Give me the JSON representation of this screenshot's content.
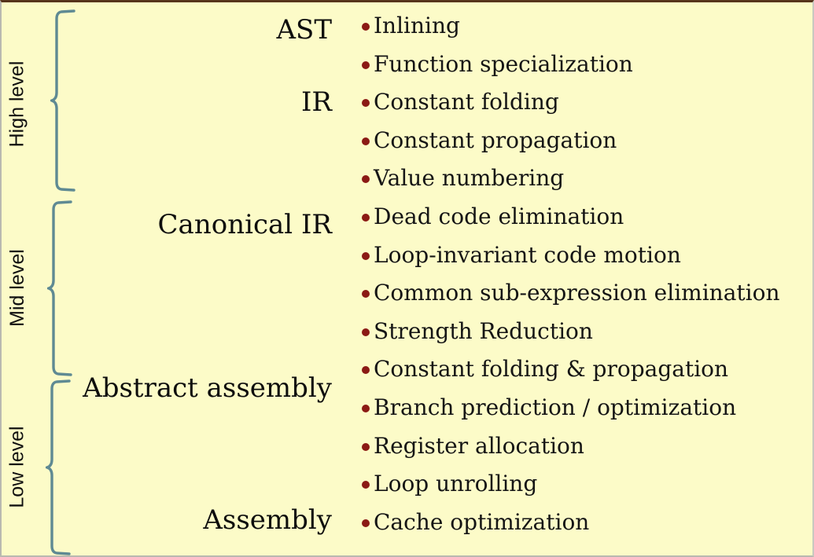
{
  "colors": {
    "background": "#fcfbc8",
    "top_border": "#57341b",
    "side_border": "#b9b9b0",
    "brace": "#5f8a93",
    "bullet": "#8b1a14",
    "text": "#121212"
  },
  "levels": [
    {
      "id": "high",
      "label": "High level"
    },
    {
      "id": "mid",
      "label": "Mid level"
    },
    {
      "id": "low",
      "label": "Low level"
    }
  ],
  "stages": [
    {
      "id": "ast",
      "label": "AST",
      "level": "high"
    },
    {
      "id": "ir",
      "label": "IR",
      "level": "high"
    },
    {
      "id": "canon",
      "label": "Canonical IR",
      "level": "mid"
    },
    {
      "id": "absasm",
      "label": "Abstract assembly",
      "level": "low"
    },
    {
      "id": "asm",
      "label": "Assembly",
      "level": "low"
    }
  ],
  "optimizations": [
    {
      "label": "Inlining",
      "level": "high"
    },
    {
      "label": "Function specialization",
      "level": "high"
    },
    {
      "label": "Constant folding",
      "level": "high"
    },
    {
      "label": "Constant propagation",
      "level": "high"
    },
    {
      "label": "Value numbering",
      "level": "high"
    },
    {
      "label": "Dead code elimination",
      "level": "mid"
    },
    {
      "label": "Loop-invariant code motion",
      "level": "mid"
    },
    {
      "label": "Common sub-expression elimination",
      "level": "mid"
    },
    {
      "label": "Strength Reduction",
      "level": "mid"
    },
    {
      "label": "Constant folding & propagation",
      "level": "mid"
    },
    {
      "label": "Branch prediction / optimization",
      "level": "low"
    },
    {
      "label": "Register allocation",
      "level": "low"
    },
    {
      "label": "Loop unrolling",
      "level": "low"
    },
    {
      "label": "Cache optimization",
      "level": "low"
    }
  ]
}
